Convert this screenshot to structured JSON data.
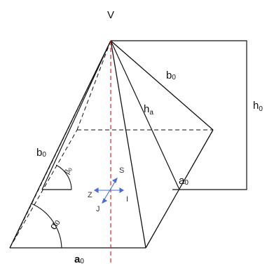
{
  "labels": {
    "apex": "V",
    "slant_edge_right": {
      "main": "b",
      "sub": "0"
    },
    "slant_edge_left": {
      "main": "b",
      "sub": "0"
    },
    "apothem": {
      "main": "h",
      "sub": "a"
    },
    "height": {
      "main": "h",
      "sub": "0"
    },
    "base_edge_bottom": {
      "main": "a",
      "sub": "0"
    },
    "base_edge_right": {
      "main": "a",
      "sub": "0"
    },
    "angle_beta": {
      "main": "β",
      "sub": "0"
    },
    "angle_alpha": {
      "main": "α",
      "sub": "0"
    }
  },
  "compass": {
    "up": "S",
    "left": "Z",
    "down": "J",
    "right": "I"
  },
  "colors": {
    "lines": "#111111",
    "axis": "#e0282d",
    "compass": "#4a6fd0"
  }
}
